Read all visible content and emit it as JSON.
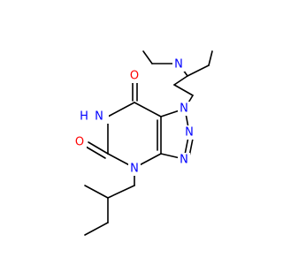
{
  "colors": {
    "bond": "#000000",
    "nitrogen": "#0000FF",
    "oxygen": "#FF0000",
    "background": "#FFFFFF"
  },
  "atoms": {
    "o_top": "O",
    "nh": "H",
    "nh_n": "N",
    "o_left": "O",
    "n_triazole_top": "N",
    "n_triazole_right1": "N",
    "n_triazole_right2": "N",
    "n_ring_bottom": "N",
    "n_amine": "N"
  }
}
